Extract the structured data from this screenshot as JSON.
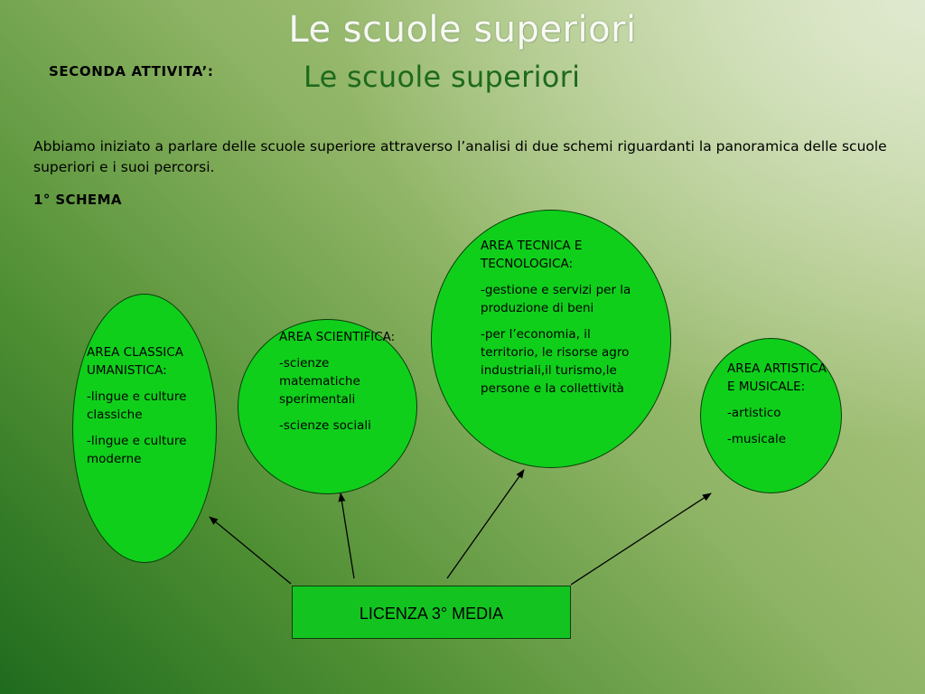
{
  "slide": {
    "watermark_title": "Le scuole superiori",
    "title": "Le scuole superiori",
    "activity_label": "SECONDA ATTIVITA’:",
    "intro": "Abbiamo iniziato a parlare delle scuole superiore attraverso l’analisi di due schemi riguardanti la panoramica delle scuole superiori e i suoi percorsi.",
    "schema_label": "1° SCHEMA"
  },
  "diagram": {
    "root": "LICENZA 3° MEDIA",
    "areas": [
      {
        "heading": "AREA CLASSICA UMANISTICA:",
        "items": [
          "-lingue e culture classiche",
          "-lingue e culture moderne"
        ]
      },
      {
        "heading": "AREA SCIENTIFICA:",
        "items": [
          "-scienze matematiche sperimentali",
          "-scienze sociali"
        ]
      },
      {
        "heading": "AREA TECNICA E TECNOLOGICA:",
        "items": [
          "-gestione e servizi per la produzione di beni",
          "-per l’economia, il territorio, le risorse agro industriali,il turismo,le persone e la collettività"
        ]
      },
      {
        "heading": "AREA ARTISTICA E MUSICALE:",
        "items": [
          "-artistico",
          "-musicale"
        ]
      }
    ]
  },
  "colors": {
    "node_fill": "#0fcf1b",
    "box_fill": "#13c421",
    "title_color": "#1e6a1c",
    "background_dark": "#1f6b1e",
    "background_light": "#c3d59e"
  }
}
